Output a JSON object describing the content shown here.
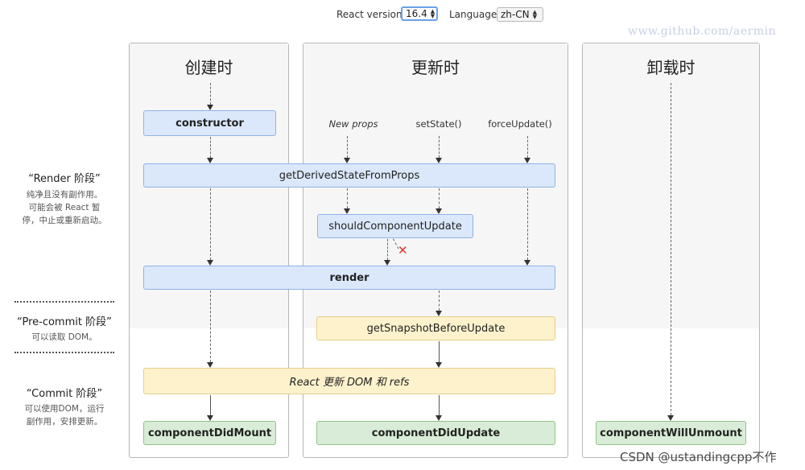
{
  "controls": {
    "react_version_label": "React version",
    "react_version_value": "16.4",
    "language_label": "Language",
    "language_value": "zh-CN"
  },
  "watermark_top": "www.github.com/aermin",
  "columns": {
    "mount": "创建时",
    "update": "更新时",
    "unmount": "卸载时"
  },
  "phases": {
    "render": {
      "title": "“Render 阶段”",
      "desc": [
        "纯净且没有副作用。",
        "可能会被 React 暂",
        "停，中止或重新启动。"
      ]
    },
    "precommit": {
      "title": "“Pre-commit 阶段”",
      "desc": [
        "可以读取 DOM。"
      ]
    },
    "commit": {
      "title": "“Commit 阶段”",
      "desc": [
        "可以使用DOM，运行",
        "副作用，安排更新。"
      ]
    }
  },
  "triggers": {
    "new_props": "New props",
    "set_state": "setState()",
    "force_update": "forceUpdate()"
  },
  "methods": {
    "constructor": "constructor",
    "get_derived": "getDerivedStateFromProps",
    "should_update": "shouldComponentUpdate",
    "render": "render",
    "get_snapshot": "getSnapshotBeforeUpdate",
    "react_updates": "React 更新 DOM 和 refs",
    "did_mount": "componentDidMount",
    "did_update": "componentDidUpdate",
    "will_unmount": "componentWillUnmount"
  },
  "false_mark": "✕",
  "footer_watermark": "CSDN @ustandingcpp不作"
}
